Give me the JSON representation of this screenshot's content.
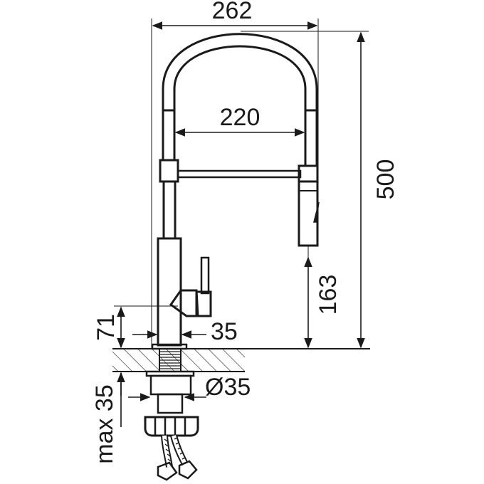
{
  "labels": {
    "overall_width": "262",
    "reach": "220",
    "overall_height": "500",
    "spout_clearance": "163",
    "base_height": "71",
    "body_diameter": "35",
    "hole_diameter": "Ø35",
    "max_thickness": "max 35"
  },
  "colors": {
    "line": "#1a1a1a",
    "background": "#ffffff"
  }
}
